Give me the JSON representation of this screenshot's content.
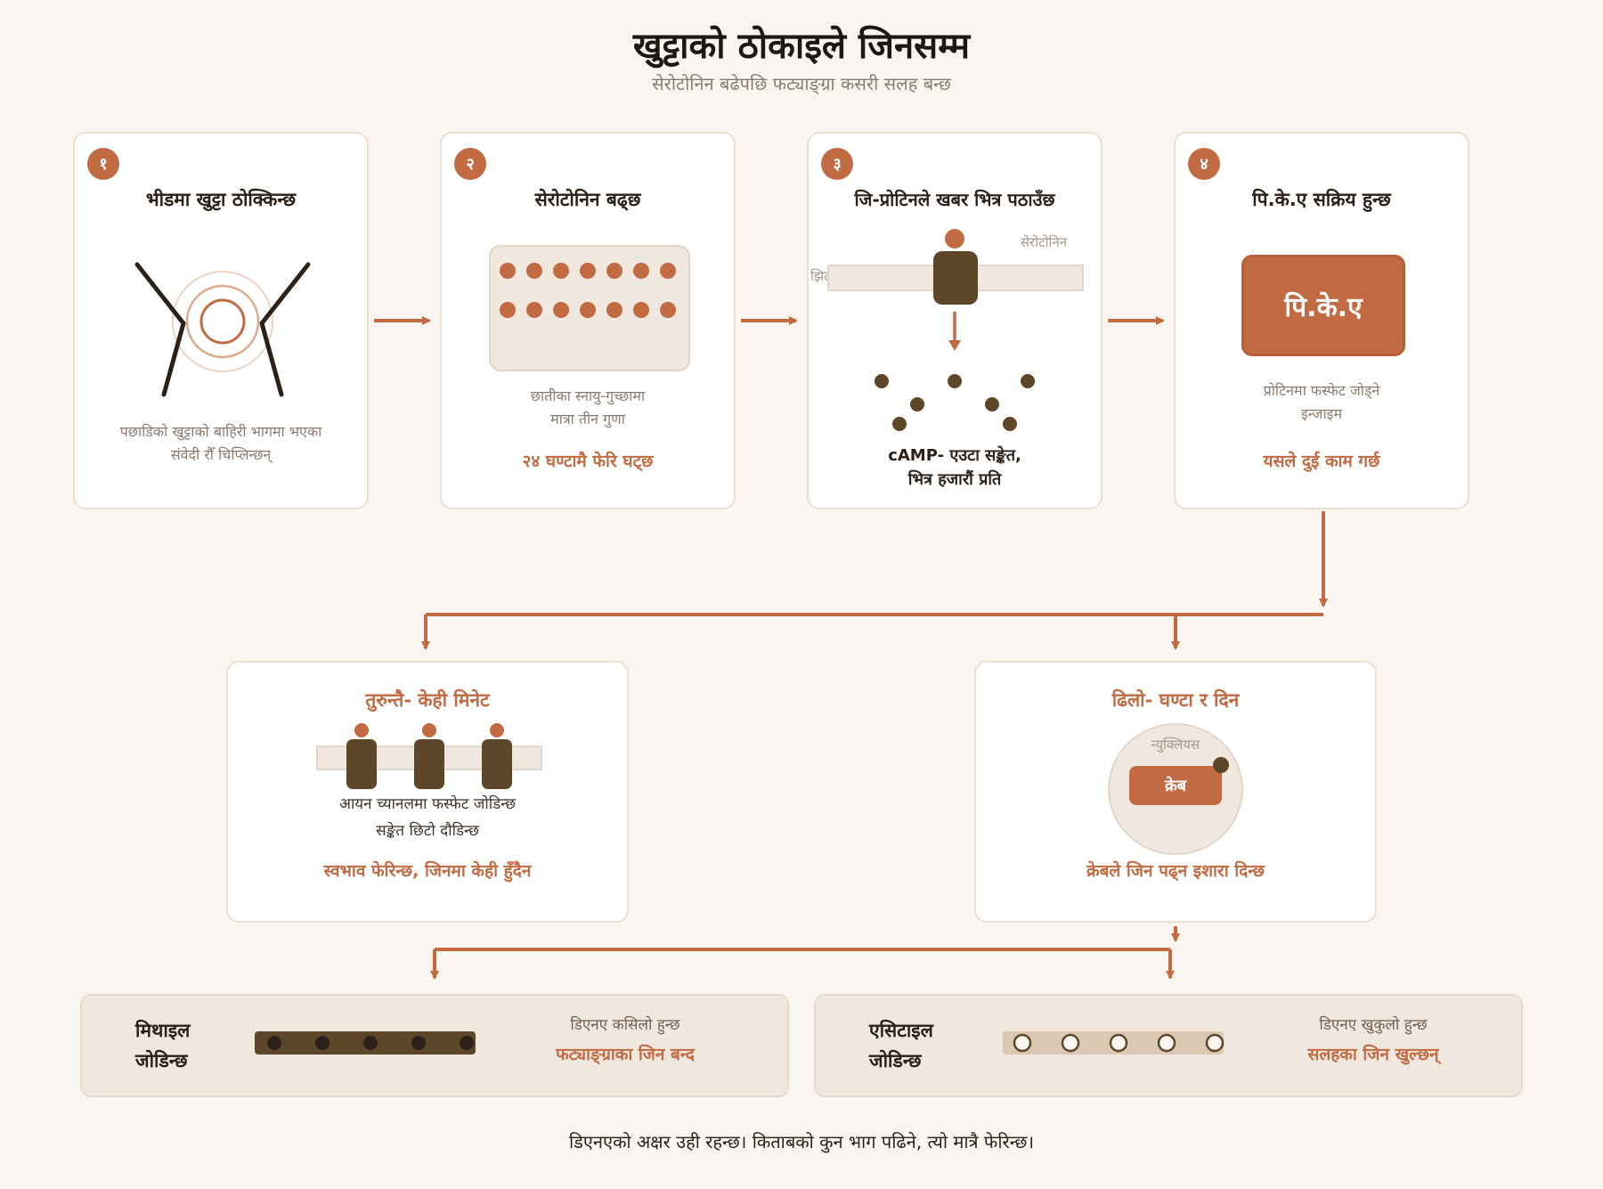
{
  "title": "खुट्टाको ठोकाइले जिनसम्म",
  "subtitle": "सेरोटोनिन बढेपछि फट्याङ्ग्रा कसरी सलह बन्छ",
  "colors": {
    "accent": "#c26b43",
    "dark": "#5e4628",
    "background": "#f9f6f1",
    "card": "#ffffff",
    "muted": "#8a7b70"
  },
  "steps": [
    {
      "number": "१",
      "title": "भीडमा खुट्टा ठोक्किन्छ",
      "desc_line1": "पछाडिको खुट्टाको बाहिरी भागमा भएका",
      "desc_line2": "संवेदी रौँ चिप्लिन्छन्",
      "icon": "legs-touch-icon"
    },
    {
      "number": "२",
      "title": "सेरोटोनिन बढ्छ",
      "desc_line1": "छातीका स्नायु-गुच्छामा",
      "desc_line2": "मात्रा तीन गुणा",
      "accent": "२४ घण्टामै फेरि घट्छ",
      "icon": "serotonin-dots-icon"
    },
    {
      "number": "३",
      "title": "जि-प्रोटिनले खबर भित्र पठाउँछ",
      "membrane_label": "झिल्ली",
      "serotonin_label": "सेरोटोनिन",
      "note_line1": "cAMP- एउटा सङ्केत,",
      "note_line2": "भित्र हजारौं प्रति",
      "icon": "receptor-icon"
    },
    {
      "number": "४",
      "title": "पि.के.ए सक्रिय हुन्छ",
      "box_label": "पि.के.ए",
      "desc_line1": "प्रोटिनमा फस्फेट जोड्ने",
      "desc_line2": "इन्जाइम",
      "accent": "यसले दुई काम गर्छ",
      "icon": "pka-box-icon"
    }
  ],
  "fast_path": {
    "title": "तुरुन्तै- केही मिनेट",
    "desc_line1": "आयन च्यानलमा फस्फेट जोडिन्छ",
    "desc_line2": "सङ्केत छिटो दौडिन्छ",
    "accent": "स्वभाव फेरिन्छ, जिनमा केही हुँदैन"
  },
  "slow_path": {
    "title": "ढिलो- घण्टा र दिन",
    "nucleus_label": "न्युक्लियस",
    "creb_label": "क्रेब",
    "accent": "क्रेबले जिन पढ्न इशारा दिन्छ"
  },
  "outcomes": [
    {
      "label_line1": "मिथाइल",
      "label_line2": "जोडिन्छ",
      "desc": "डिएनए कसिलो हुन्छ",
      "accent": "फट्याङ्ग्राका जिन बन्द",
      "style": "filled"
    },
    {
      "label_line1": "एसिटाइल",
      "label_line2": "जोडिन्छ",
      "desc": "डिएनए खुकुलो हुन्छ",
      "accent": "सलहका जिन खुल्छन्",
      "style": "open"
    }
  ],
  "footer": "डिएनएको अक्षर उही रहन्छ। किताबको कुन भाग पढिने, त्यो मात्रै फेरिन्छ।"
}
